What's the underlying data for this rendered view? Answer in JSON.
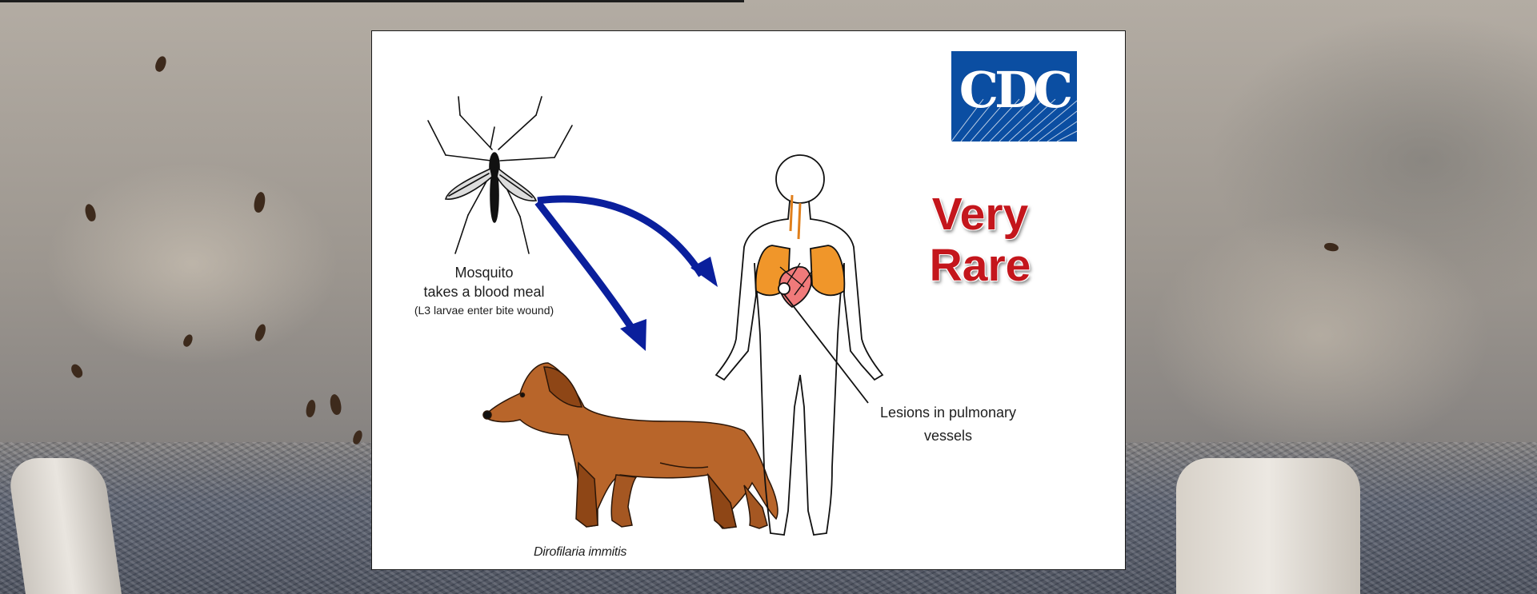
{
  "slide": {
    "logo_text": "CDC",
    "rarity_line1": "Very",
    "rarity_line2": "Rare",
    "mosquito_label_line1": "Mosquito",
    "mosquito_label_line2": "takes a blood meal",
    "mosquito_label_note": "(L3 larvae enter bite wound)",
    "human_label_line1": "Lesions in pulmonary",
    "human_label_line2": "vessels",
    "dog_label": "Dirofilaria immitis"
  },
  "colors": {
    "arrow": "#0a1f9c",
    "rare_text": "#c4161c",
    "cdc_blue": "#0b4ea2",
    "dog_fur": "#b8652a",
    "lungs": "#f0962a"
  },
  "icons": [
    "mosquito-illustration",
    "dog-illustration",
    "human-outline-illustration",
    "cdc-logo"
  ]
}
